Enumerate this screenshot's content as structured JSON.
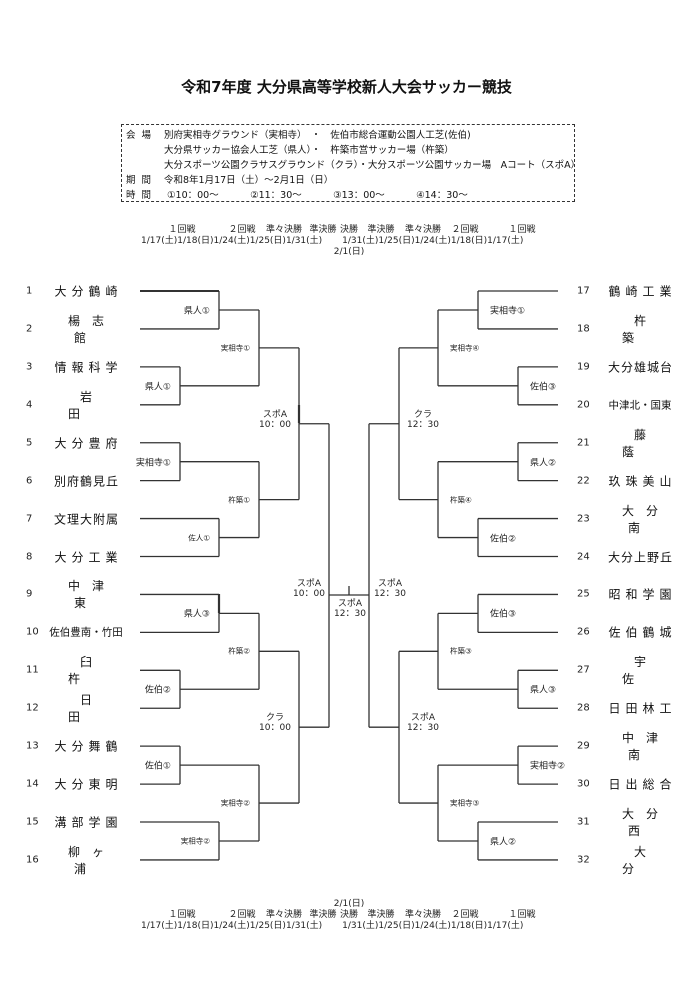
{
  "title": "令和7年度 大分県高等学校新人大会サッカー競技",
  "info": {
    "venue_label": "会場",
    "venues": [
      "別府実相寺グラウンド（実相寺）　・　佐伯市総合運動公園人工芝(佐伯)",
      "大分県サッカー協会人工芝（県人）・　杵築市営サッカー場（杵築）",
      "大分スポーツ公園クラサスグラウンド（クラ）・大分スポーツ公園サッカー場　Aコート（スポA）"
    ],
    "period_label": "期間",
    "period": "令和8年1月17日（土）～2月1日（日）",
    "time_label": "時間",
    "times": [
      "①10：00～",
      "②11：30～",
      "③13：00～",
      "④14：30～"
    ]
  },
  "rounds": [
    "１回戦",
    "２回戦",
    "準々決勝",
    "準決勝",
    "決勝",
    "準決勝",
    "準々決勝",
    "２回戦",
    "１回戦"
  ],
  "dates": [
    "1/17(土)",
    "1/18(日)",
    "1/24(土)",
    "1/25(日)",
    "1/31(土)",
    "1/31(土)",
    "1/25(日)",
    "1/24(土)",
    "1/18(日)",
    "1/17(土)"
  ],
  "final_date": "2/1(日)",
  "teams_left": [
    {
      "no": "1",
      "name": "大分鶴崎"
    },
    {
      "no": "2",
      "name": "楊志館"
    },
    {
      "no": "3",
      "name": "情報科学"
    },
    {
      "no": "4",
      "name": "岩田"
    },
    {
      "no": "5",
      "name": "大分豊府"
    },
    {
      "no": "6",
      "name": "別府鶴見丘"
    },
    {
      "no": "7",
      "name": "文理大附属"
    },
    {
      "no": "8",
      "name": "大分工業"
    },
    {
      "no": "9",
      "name": "中津東"
    },
    {
      "no": "10",
      "name": "佐伯豊南・竹田"
    },
    {
      "no": "11",
      "name": "臼杵"
    },
    {
      "no": "12",
      "name": "日田"
    },
    {
      "no": "13",
      "name": "大分舞鶴"
    },
    {
      "no": "14",
      "name": "大分東明"
    },
    {
      "no": "15",
      "name": "溝部学園"
    },
    {
      "no": "16",
      "name": "柳ヶ浦"
    }
  ],
  "teams_right": [
    {
      "no": "17",
      "name": "鶴崎工業"
    },
    {
      "no": "18",
      "name": "杵築"
    },
    {
      "no": "19",
      "name": "大分雄城台"
    },
    {
      "no": "20",
      "name": "中津北・国東"
    },
    {
      "no": "21",
      "name": "藤蔭"
    },
    {
      "no": "22",
      "name": "玖珠美山"
    },
    {
      "no": "23",
      "name": "大分南"
    },
    {
      "no": "24",
      "name": "大分上野丘"
    },
    {
      "no": "25",
      "name": "昭和学園"
    },
    {
      "no": "26",
      "name": "佐伯鶴城"
    },
    {
      "no": "27",
      "name": "宇佐"
    },
    {
      "no": "28",
      "name": "日田林工"
    },
    {
      "no": "29",
      "name": "中津南"
    },
    {
      "no": "30",
      "name": "日出総合"
    },
    {
      "no": "31",
      "name": "大分西"
    },
    {
      "no": "32",
      "name": "大分"
    }
  ],
  "venues_left": {
    "r1": [
      "県人①",
      "県人①",
      "実相寺①",
      "佐人①",
      "県人③",
      "佐伯②",
      "佐伯①",
      "実相寺②"
    ],
    "r2": [
      "実相寺①",
      "杵築①",
      "杵築②",
      "実相寺②"
    ],
    "qf": [
      {
        "venue": "スポA",
        "time": "10：00"
      },
      {
        "venue": "クラ",
        "time": "10：00"
      }
    ],
    "sf": {
      "venue": "スポA",
      "time": "10：00"
    }
  },
  "venues_right": {
    "r1": [
      "実相寺①",
      "佐伯③",
      "県人②",
      "佐伯②",
      "佐伯③",
      "県人③",
      "実相寺②",
      "県人②"
    ],
    "r2": [
      "実相寺④",
      "杵築④",
      "杵築③",
      "実相寺③"
    ],
    "qf": [
      {
        "venue": "クラ",
        "time": "12：30"
      },
      {
        "venue": "スポA",
        "time": "12：30"
      }
    ],
    "sf": {
      "venue": "スポA",
      "time": "12：30"
    }
  },
  "final": {
    "venue": "スポA",
    "time": "12：30"
  }
}
